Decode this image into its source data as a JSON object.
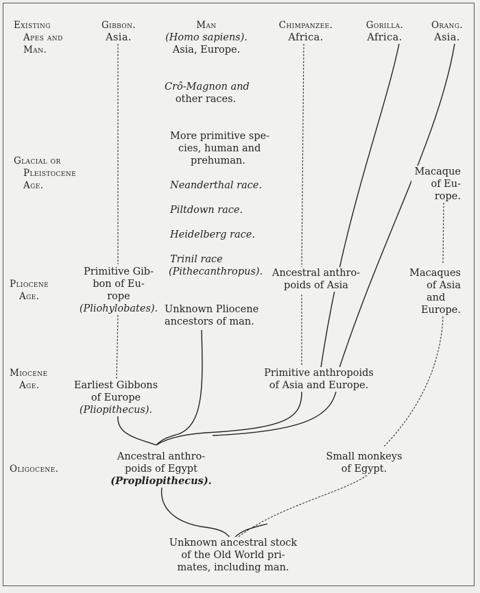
{
  "headers": {
    "existing": [
      "Existing",
      "Apes and",
      "Man."
    ],
    "gibbon": [
      "Gibbon.",
      "Asia."
    ],
    "man": [
      "Man",
      "(Homo sapiens).",
      "Asia, Europe."
    ],
    "chimpanzee": [
      "Chimpanzee.",
      "Africa."
    ],
    "gorilla": [
      "Gorilla.",
      "Africa."
    ],
    "orang": [
      "Orang.",
      "Asia."
    ]
  },
  "ages": {
    "glacial": [
      "Glacial or",
      "Pleistocene",
      "Age."
    ],
    "pliocene": [
      "Pliocene",
      "Age."
    ],
    "miocene": [
      "Miocene",
      "Age."
    ],
    "oligocene": "Oligocene."
  },
  "man_line": {
    "cromagnon": [
      "Crô-Magnon and",
      "other races."
    ],
    "primitive": [
      "More primitive spe-",
      "cies, human and",
      "prehuman."
    ],
    "neanderthal": "Neanderthal race.",
    "piltdown": "Piltdown race.",
    "heidelberg": "Heidelberg race.",
    "trinil": [
      "Trinil race",
      "(Pithecanthropus)."
    ],
    "unknown_pliocene": [
      "Unknown Pliocene",
      "ancestors of man."
    ]
  },
  "gibbon_line": {
    "primitive": [
      "Primitive Gib-",
      "bon of Eu-",
      "rope",
      "(Pliohylobates)."
    ],
    "earliest": [
      "Earliest Gibbons",
      "of Europe",
      "(Pliopithecus)."
    ]
  },
  "anthropoids": {
    "ancestral_asia": [
      "Ancestral anthro-",
      "poids of Asia"
    ],
    "primitive": [
      "Primitive anthropoids",
      "of Asia and Europe."
    ]
  },
  "macaques": {
    "europe": [
      "Macaque",
      "of Eu-",
      "rope."
    ],
    "asia_europe": [
      "Macaques",
      "of Asia",
      "and",
      "Europe."
    ]
  },
  "oligocene": {
    "egypt": [
      "Ancestral anthro-",
      "poids of Egypt",
      "(Propliopithecus)."
    ],
    "small_monkeys": [
      "Small monkeys",
      "of Egypt."
    ]
  },
  "root": [
    "Unknown ancestral stock",
    "of the Old World pri-",
    "mates, including man."
  ]
}
